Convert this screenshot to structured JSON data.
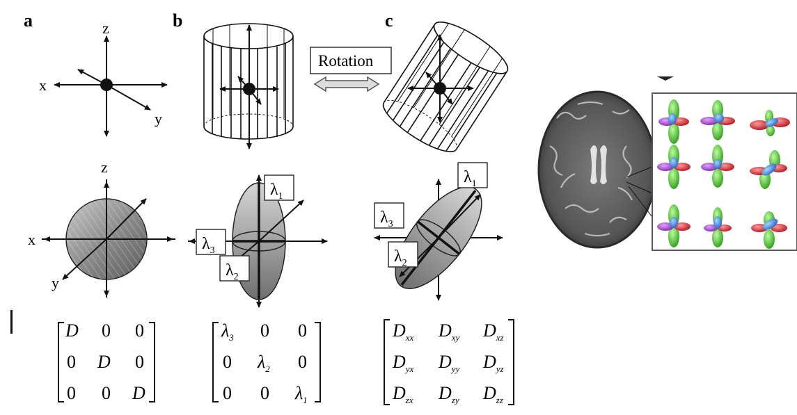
{
  "panels": {
    "a": {
      "letter": "a",
      "top_axes": {
        "z": "z",
        "x": "x",
        "y": "y"
      },
      "bottom_axes": {
        "z": "z",
        "x": "x",
        "y": "y"
      },
      "matrix": [
        [
          "D",
          "0",
          "0"
        ],
        [
          "0",
          "D",
          "0"
        ],
        [
          "0",
          "0",
          "D"
        ]
      ]
    },
    "b": {
      "letter": "b",
      "lambda_labels": {
        "l1": "λ",
        "l1_sub": "1",
        "l2": "λ",
        "l2_sub": "2",
        "l3": "λ",
        "l3_sub": "3"
      },
      "matrix": [
        [
          "λ",
          "0",
          "0"
        ],
        [
          "0",
          "λ",
          "0"
        ],
        [
          "0",
          "0",
          "λ"
        ]
      ],
      "matrix_subs": [
        [
          "3",
          "",
          ""
        ],
        [
          "",
          "2",
          ""
        ],
        [
          "",
          "",
          "1"
        ]
      ]
    },
    "c": {
      "letter": "c",
      "lambda_labels": {
        "l1": "λ",
        "l1_sub": "1",
        "l2": "λ",
        "l2_sub": "2",
        "l3": "λ",
        "l3_sub": "3"
      },
      "matrix": [
        [
          "D",
          "D",
          "D"
        ],
        [
          "D",
          "D",
          "D"
        ],
        [
          "D",
          "D",
          "D"
        ]
      ],
      "matrix_subs": [
        [
          "xx",
          "xy",
          "xz"
        ],
        [
          "yx",
          "yy",
          "yz"
        ],
        [
          "zx",
          "zy",
          "zz"
        ]
      ]
    }
  },
  "rotation_label": "Rotation",
  "colors": {
    "ink": "#111111",
    "sphere": "#8a8a8a",
    "ellipsoid": "#9a9a9a",
    "box_border": "#333333",
    "brain_frame": "#5a5a5a"
  },
  "brain_panel": {
    "glyph_grid": 9
  }
}
